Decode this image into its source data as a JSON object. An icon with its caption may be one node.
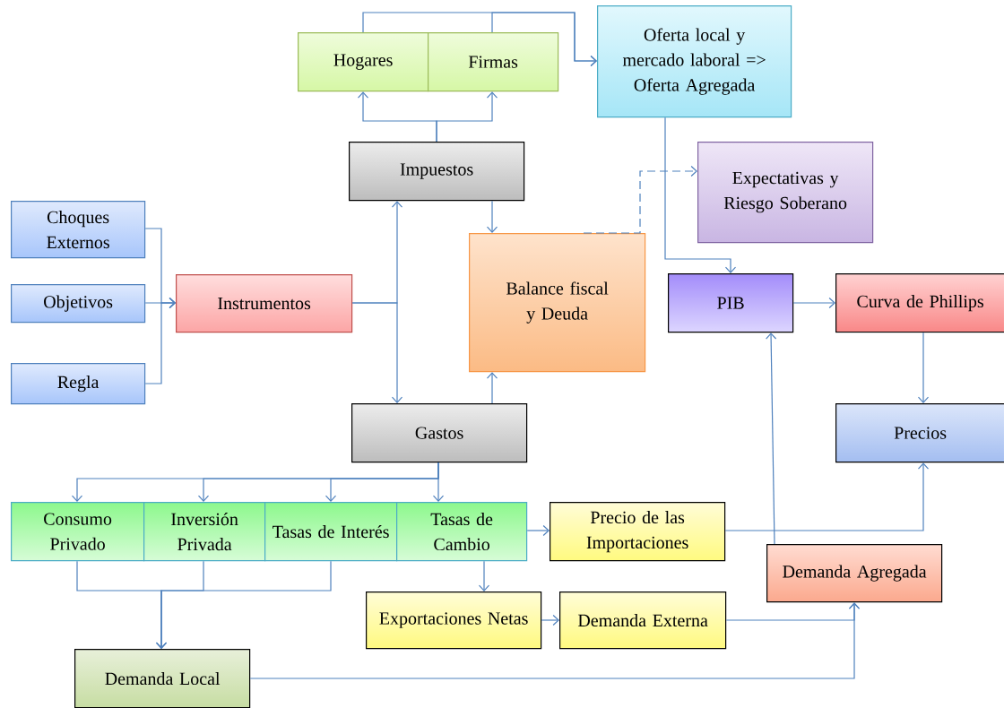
{
  "diagram": {
    "nodes": [
      {
        "text": [
          "Hogares"
        ]
      },
      {
        "text": [
          "Firmas"
        ]
      },
      {
        "text": [
          "Oferta local y mercado laboral => Oferta Agregada"
        ]
      },
      {
        "text": [
          "Impuestos"
        ]
      },
      {
        "text": [
          "Expectativas y Riesgo Soberano"
        ]
      },
      {
        "text": [
          "Choques Externos"
        ]
      },
      {
        "text": [
          "Objetivos"
        ]
      },
      {
        "text": [
          "Instrumentos"
        ]
      },
      {
        "text": [
          "Balance fiscal y Deuda"
        ]
      },
      {
        "text": [
          "Regla"
        ]
      },
      {
        "text": [
          "PIB"
        ]
      },
      {
        "text": [
          "Curva de Phillips"
        ]
      },
      {
        "text": [
          "Gastos"
        ]
      },
      {
        "text": [
          "Precios"
        ]
      },
      {
        "text": [
          "Consumo Privado"
        ]
      },
      {
        "text": [
          "Inversión Privada"
        ]
      },
      {
        "text": [
          "Tasas de Interés"
        ]
      },
      {
        "text": [
          "Tasas de Cambio"
        ]
      },
      {
        "text": [
          "Precio de las Importaciones"
        ]
      },
      {
        "text": [
          "Demanda Agregada"
        ]
      },
      {
        "text": [
          "Exportaciones Netas"
        ]
      },
      {
        "text": [
          "Demanda Externa"
        ]
      },
      {
        "text": [
          "Demanda Local"
        ]
      }
    ],
    "edges": [
      {
        "from": 3,
        "to": 0,
        "arrow": "to"
      },
      {
        "from": 3,
        "to": 1,
        "arrow": "to"
      },
      {
        "from": 0,
        "to": 2,
        "arrow": "to"
      },
      {
        "from": 1,
        "to": 2,
        "arrow": "to"
      },
      {
        "from": 5,
        "to": 7,
        "arrow": "to"
      },
      {
        "from": 6,
        "to": 7,
        "arrow": "to"
      },
      {
        "from": 9,
        "to": 7,
        "arrow": "to"
      },
      {
        "from": 7,
        "to": 3,
        "arrow": "to"
      },
      {
        "from": 7,
        "to": 12,
        "arrow": "to"
      },
      {
        "from": 3,
        "to": 8,
        "arrow": "to"
      },
      {
        "from": 12,
        "to": 8,
        "arrow": "to"
      },
      {
        "from": 8,
        "to": 4,
        "arrow": "to",
        "style": "dashed"
      },
      {
        "from": 2,
        "to": 10,
        "arrow": "to"
      },
      {
        "from": 10,
        "to": 11,
        "arrow": "to"
      },
      {
        "from": 11,
        "to": 13,
        "arrow": "to"
      },
      {
        "from": 19,
        "to": 10,
        "arrow": "to"
      },
      {
        "from": 18,
        "to": 13,
        "arrow": "to"
      },
      {
        "from": 12,
        "to": 14,
        "arrow": "to"
      },
      {
        "from": 12,
        "to": 15,
        "arrow": "to"
      },
      {
        "from": 12,
        "to": 16,
        "arrow": "to"
      },
      {
        "from": 12,
        "to": 17,
        "arrow": "to"
      },
      {
        "from": 17,
        "to": 18,
        "arrow": "to"
      },
      {
        "from": 17,
        "to": 20,
        "arrow": "to"
      },
      {
        "from": 14,
        "to": 22,
        "arrow": "to"
      },
      {
        "from": 15,
        "to": 22,
        "arrow": "to"
      },
      {
        "from": 16,
        "to": 22,
        "arrow": "to"
      },
      {
        "from": 20,
        "to": 21,
        "arrow": "to"
      },
      {
        "from": 21,
        "to": 19,
        "arrow": "to"
      },
      {
        "from": 22,
        "to": 19,
        "arrow": "to"
      }
    ]
  }
}
